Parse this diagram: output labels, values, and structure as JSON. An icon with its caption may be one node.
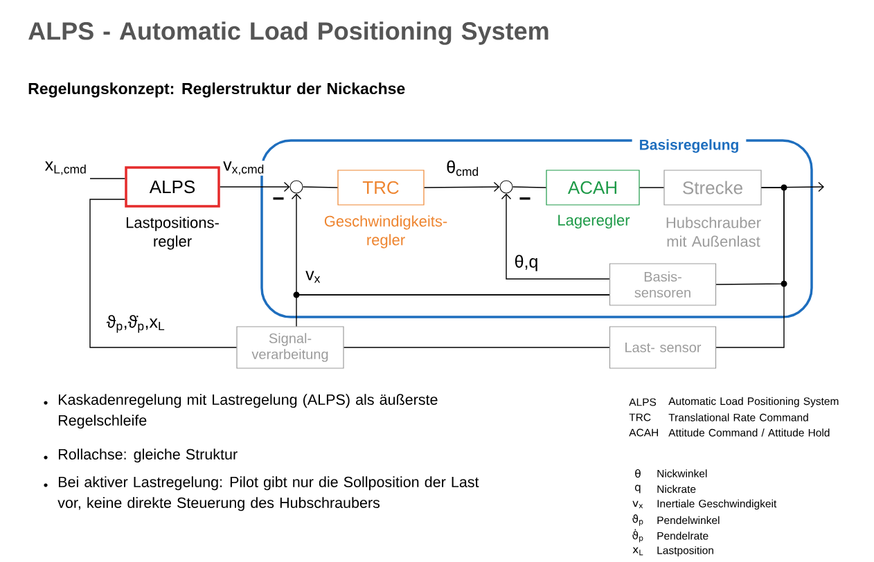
{
  "diagram": {
    "title": "ALPS - Automatic Load Positioning System",
    "nodes": [
      {
        "text": [
          "Basisregelung"
        ]
      },
      {
        "text": [
          "ALPS"
        ],
        "beside": [
          "Lastpositions- regler"
        ]
      },
      {
        "text": [],
        "shape": "circle",
        "in": 0
      },
      {
        "text": [
          "TRC"
        ],
        "beside": [
          "Geschwindigkeits- regler"
        ],
        "in": 0
      },
      {
        "text": [],
        "shape": "circle",
        "in": 0
      },
      {
        "text": [
          "ACAH"
        ],
        "beside": [
          "Lageregler"
        ],
        "in": 0
      },
      {
        "text": [
          "Strecke"
        ],
        "beside": [
          "Hubschrauber mit Außenlast"
        ],
        "in": 0
      },
      {
        "text": [
          "Basis- sensoren"
        ],
        "in": 0
      },
      {
        "text": [
          "Signal- verarbeitung"
        ]
      },
      {
        "text": [
          "Last- sensor"
        ]
      }
    ],
    "edges": [
      {
        "from": null,
        "to": 1,
        "arrow": "none",
        "label": "x$_{L,cmd}$"
      },
      {
        "from": 1,
        "to": 2,
        "arrow": "to",
        "label": "v$_{x,cmd}$"
      },
      {
        "from": 2,
        "to": 3,
        "arrow": "none"
      },
      {
        "from": 3,
        "to": 4,
        "arrow": "to",
        "label": "θ$_{cmd}$"
      },
      {
        "from": 4,
        "to": 5,
        "arrow": "none"
      },
      {
        "from": 5,
        "to": 6,
        "arrow": "none"
      },
      {
        "from": 6,
        "to": null,
        "arrow": "to"
      },
      {
        "from": 6,
        "to": 7,
        "arrow": "none"
      },
      {
        "from": 6,
        "to": 9,
        "arrow": "none"
      },
      {
        "from": 7,
        "to": 4,
        "arrow": "to",
        "label": "θ,q"
      },
      {
        "from": 7,
        "to": 2,
        "arrow": "to",
        "label": "v$_{x}$"
      },
      {
        "from": 7,
        "to": 8,
        "arrow": "none"
      },
      {
        "from": 9,
        "to": 8,
        "arrow": "none"
      },
      {
        "from": 8,
        "to": 1,
        "arrow": "none",
        "label": "ϑ$_{p}$,ϑ̇$_{p}$,x$_{L}$"
      }
    ],
    "labels": [
      "Regelungskonzept: Reglerstruktur der Nickachse",
      "−",
      "−",
      "Kaskadenregelung mit Lastregelung (ALPS) als äußerste Regelschleife",
      "Rollachse: gleiche Struktur",
      "Bei aktiver Lastregelung: Pilot gibt nur die Sollposition der Last vor, keine direkte Steuerung des Hubschraubers",
      "ALPS",
      "Automatic Load Positioning System",
      "TRC",
      "Translational Rate Command",
      "ACAH",
      "Attitude Command / Attitude Hold",
      "θ",
      "Nickwinkel",
      "q",
      "Nickrate",
      "v$_{x}$",
      "Inertiale Geschwindigkeit",
      "ϑ$_{p}$",
      "Pendelwinkel",
      "ϑ̇$_{p}$",
      "Pendelrate",
      "x$_{L}$",
      "Lastposition"
    ]
  }
}
